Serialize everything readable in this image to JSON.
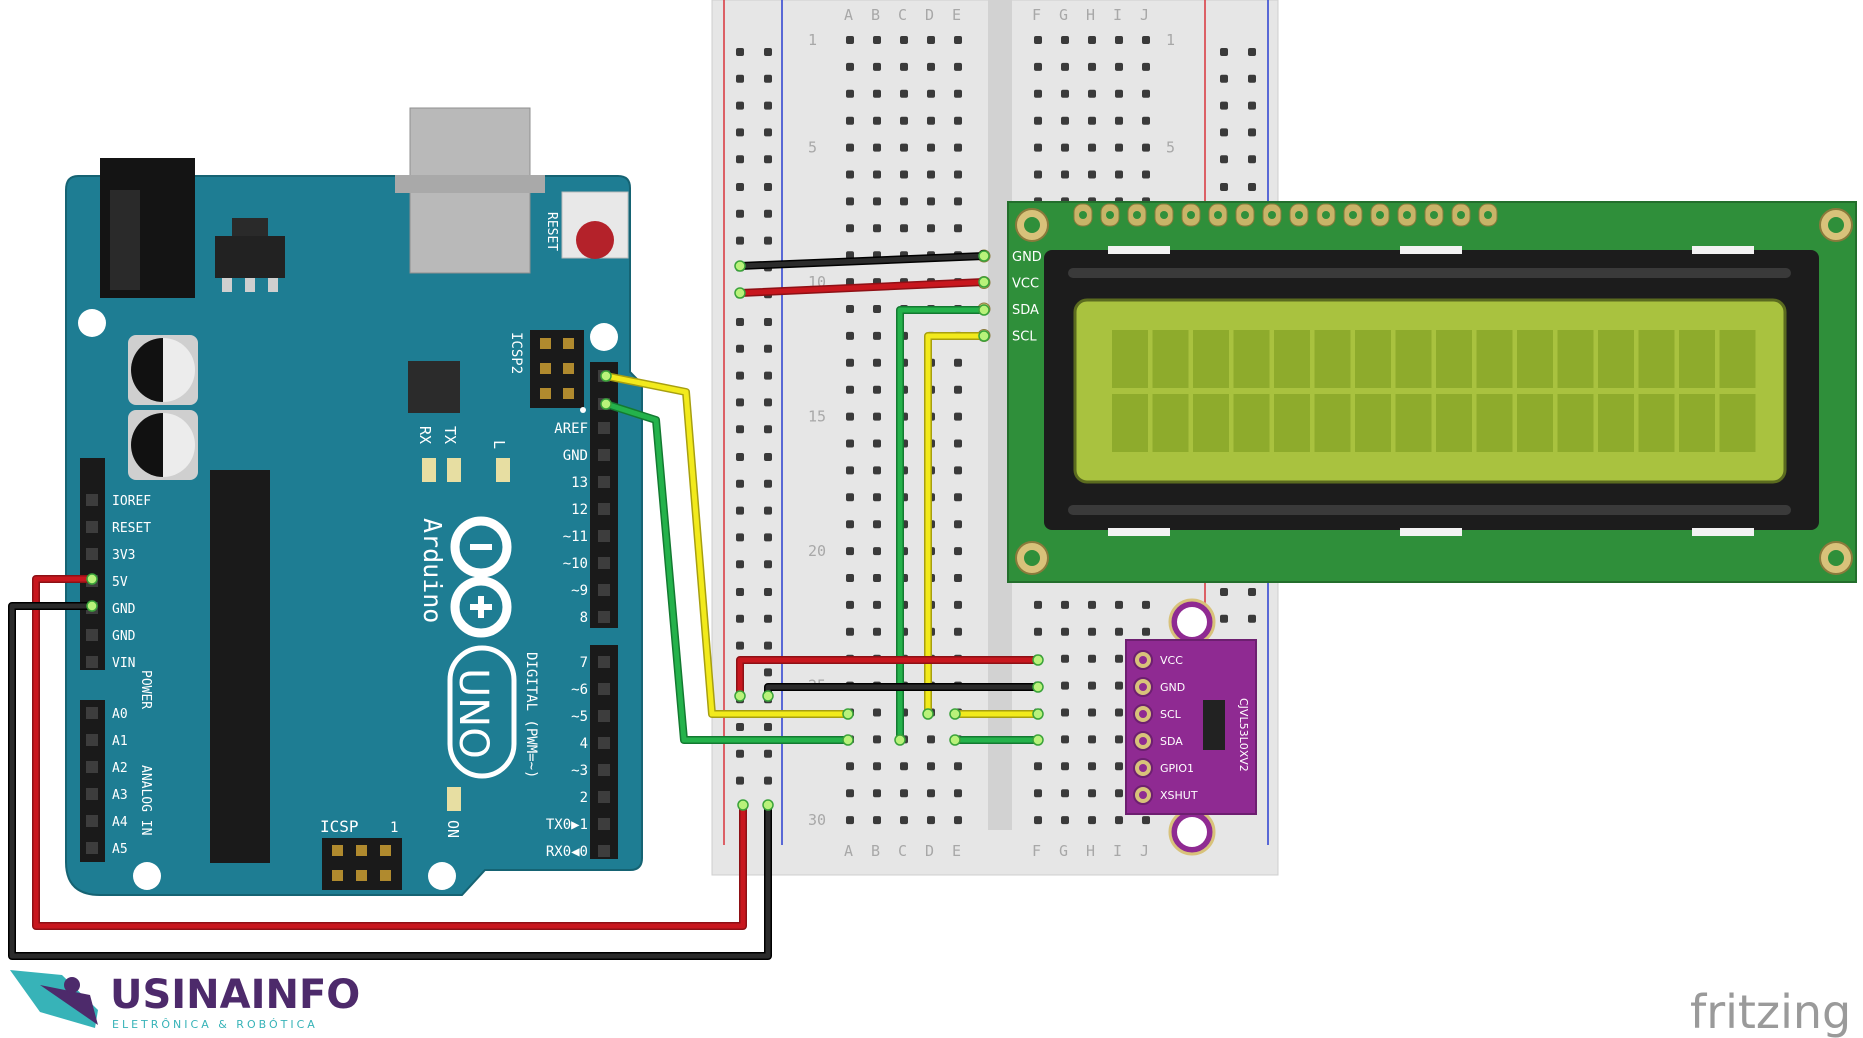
{
  "arduino": {
    "brand": "Arduino",
    "model": "UNO",
    "reset_label": "RESET",
    "icsp2_label": "ICSP2",
    "icsp_label": "ICSP",
    "icsp_pin1": "1",
    "rx": "RX",
    "tx": "TX",
    "l": "L",
    "on": "ON",
    "digital_label": "DIGITAL (PWM=~)",
    "power_label": "POWER",
    "analog_label": "ANALOG IN",
    "power_pins": [
      "IOREF",
      "RESET",
      "3V3",
      "5V",
      "GND",
      "GND",
      "VIN"
    ],
    "analog_pins": [
      "A0",
      "A1",
      "A2",
      "A3",
      "A4",
      "A5"
    ],
    "digital_top": [
      "AREF",
      "GND",
      "13",
      "12",
      "~11",
      "~10",
      "~9",
      "8"
    ],
    "digital_bottom": [
      "7",
      "~6",
      "~5",
      "4",
      "~3",
      "2",
      "TX0▶1",
      "RX0◀0"
    ]
  },
  "breadboard": {
    "columns_left": [
      "A",
      "B",
      "C",
      "D",
      "E"
    ],
    "columns_right": [
      "F",
      "G",
      "H",
      "I",
      "J"
    ],
    "row_numbers": [
      "1",
      "5",
      "10",
      "15",
      "20",
      "25",
      "30"
    ]
  },
  "lcd": {
    "pins": [
      "GND",
      "VCC",
      "SDA",
      "SCL"
    ]
  },
  "sensor": {
    "name": "CJVL53L0XV2",
    "pins": [
      "VCC",
      "GND",
      "SCL",
      "SDA",
      "GPIO1",
      "XSHUT"
    ]
  },
  "logo": {
    "brand": "USINAINFO",
    "tagline": "ELETRÔNICA & ROBÓTICA"
  },
  "watermark": "fritzing",
  "colors": {
    "arduino_blue": "#1e7d93",
    "wire_red": "#c8171e",
    "wire_black": "#1a1a1a",
    "wire_yellow": "#f2ea1c",
    "wire_green": "#24b24b",
    "lcd_pcb": "#2f8f3a",
    "lcd_screen": "#a9c23f",
    "sensor_purple": "#8f2a92"
  }
}
